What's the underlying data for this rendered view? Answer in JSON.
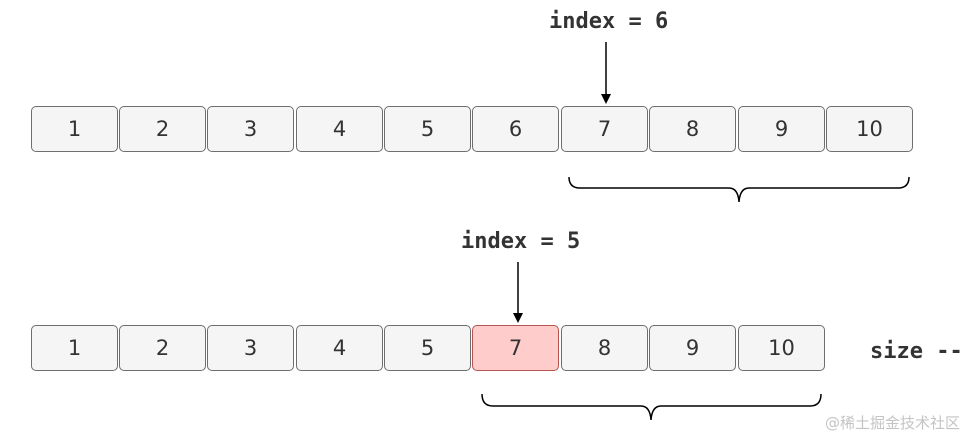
{
  "row1": {
    "pointer_label": "index = 6",
    "cells": [
      "1",
      "2",
      "3",
      "4",
      "5",
      "6",
      "7",
      "8",
      "9",
      "10"
    ]
  },
  "row2": {
    "pointer_label": "index = 5",
    "cells": [
      "1",
      "2",
      "3",
      "4",
      "5",
      "7",
      "8",
      "9",
      "10"
    ],
    "highlight_index": 5,
    "side_label": "size --"
  },
  "colors": {
    "cell_fill": "#f5f5f5",
    "cell_border": "#6e6e6e",
    "highlight_fill": "#ffcccc",
    "highlight_border": "#b85450",
    "text": "#333333"
  },
  "watermark": "@稀土掘金技术社区"
}
